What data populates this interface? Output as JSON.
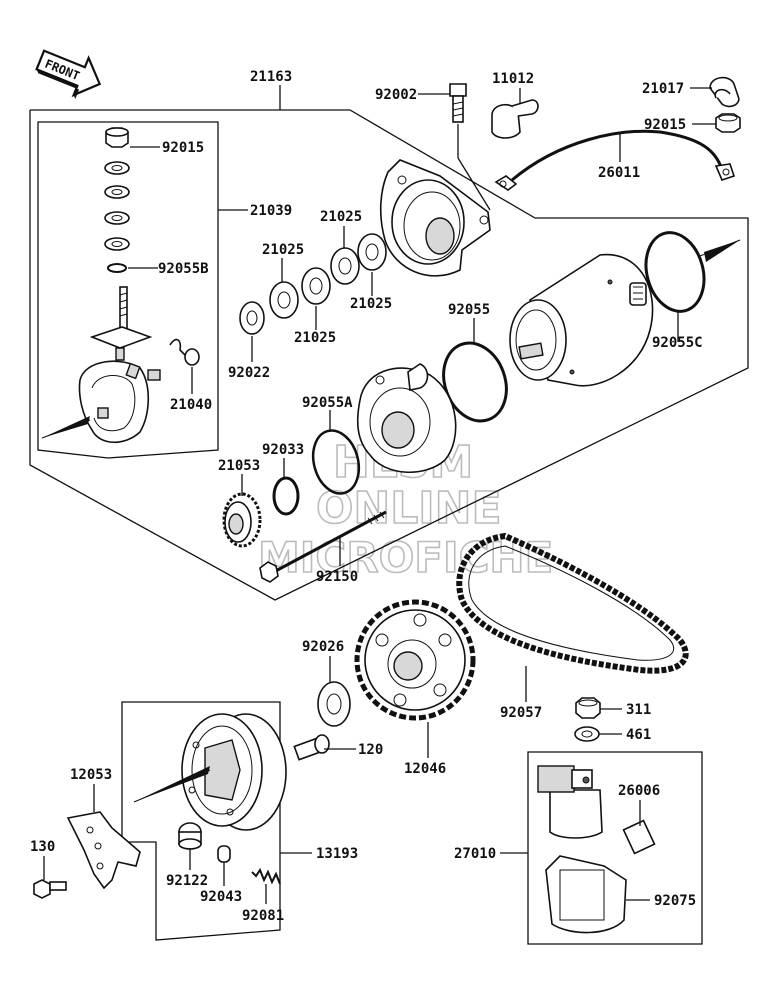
{
  "orientation": "FRONT",
  "watermark": [
    "HLSM",
    "ONLINE",
    "MICROFICHE"
  ],
  "parts": [
    "21163",
    "92002",
    "11012",
    "21017",
    "92015",
    "26011",
    "21039",
    "92015",
    "21025",
    "21025",
    "21025",
    "21025",
    "92055B",
    "92055",
    "92055C",
    "92022",
    "21040",
    "92055A",
    "92033",
    "21053",
    "92150",
    "92026",
    "12046",
    "92057",
    "311",
    "461",
    "120",
    "12053",
    "130",
    "26006",
    "27010",
    "13193",
    "92122",
    "92043",
    "92081",
    "92075"
  ],
  "icons": [
    "front-arrow-icon"
  ]
}
